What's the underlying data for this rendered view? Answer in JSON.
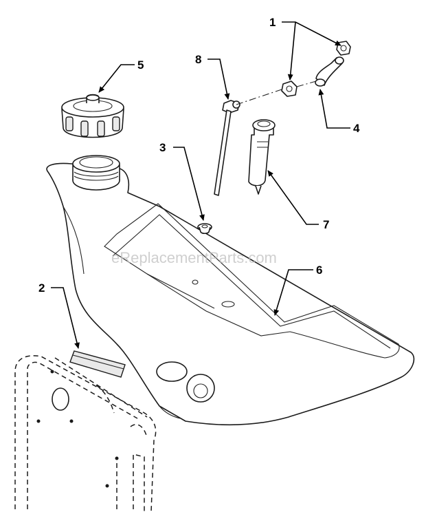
{
  "watermark": "eReplacementParts.com",
  "callouts": [
    {
      "id": "1",
      "label": "1"
    },
    {
      "id": "2",
      "label": "2"
    },
    {
      "id": "3",
      "label": "3"
    },
    {
      "id": "4",
      "label": "4"
    },
    {
      "id": "5",
      "label": "5"
    },
    {
      "id": "6",
      "label": "6"
    },
    {
      "id": "7",
      "label": "7"
    },
    {
      "id": "8",
      "label": "8"
    }
  ],
  "colors": {
    "line": "#1a1a1a",
    "background": "#ffffff",
    "watermark": "#bfbfbf"
  }
}
